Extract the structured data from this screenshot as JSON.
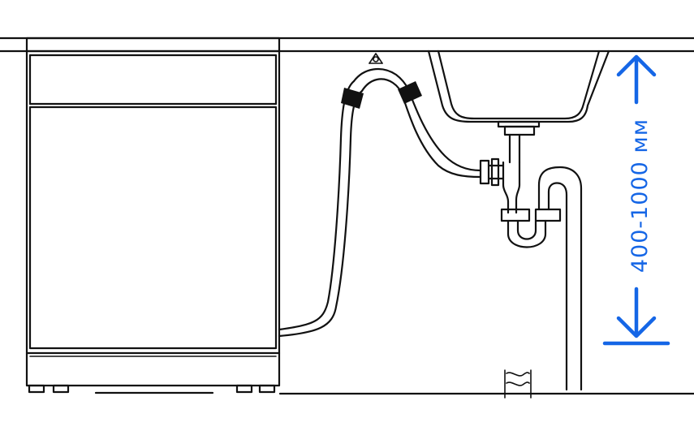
{
  "diagram": {
    "height_dimension_label": "400-1000 мм",
    "accent_color": "#1566e6",
    "line_color": "#111111",
    "components": [
      "dishwasher",
      "drain-hose",
      "hose-hanger",
      "sink-bowl",
      "siphon-trap",
      "wall-drain-pipe",
      "floor",
      "countertop"
    ],
    "icons": [
      "arrow-up-icon",
      "arrow-down-icon",
      "break-symbol-icon"
    ]
  }
}
